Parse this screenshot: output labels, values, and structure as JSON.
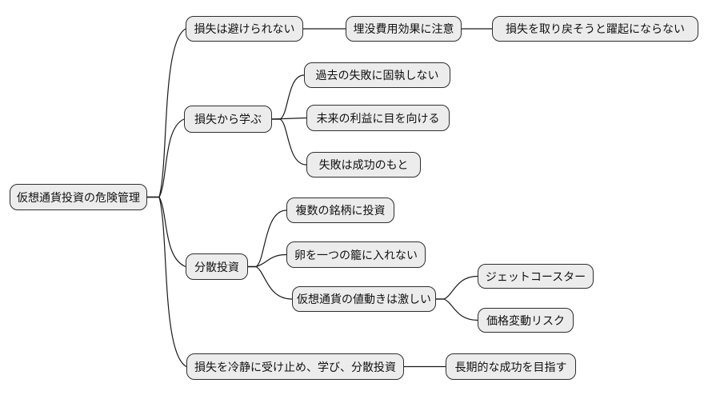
{
  "diagram": {
    "type": "mindmap",
    "background_color": "#ffffff",
    "colors": {
      "node_fill": "#ececec",
      "node_border": "#2e2e2e",
      "edge": "#1a1a1a",
      "text": "#111111"
    },
    "nodes": {
      "root": {
        "label": "仮想通貨投資の危険管理",
        "parent": null
      },
      "n1": {
        "label": "損失は避けられない",
        "parent": "root"
      },
      "n2": {
        "label": "埋没費用効果に注意",
        "parent": "n1"
      },
      "n3": {
        "label": "損失を取り戻そうと躍起にならない",
        "parent": "n2"
      },
      "n4": {
        "label": "損失から学ぶ",
        "parent": "root"
      },
      "n5": {
        "label": "過去の失敗に固執しない",
        "parent": "n4"
      },
      "n6": {
        "label": "未来の利益に目を向ける",
        "parent": "n4"
      },
      "n7": {
        "label": "失敗は成功のもと",
        "parent": "n4"
      },
      "n8": {
        "label": "分散投資",
        "parent": "root"
      },
      "n9": {
        "label": "複数の銘柄に投資",
        "parent": "n8"
      },
      "n10": {
        "label": "卵を一つの籠に入れない",
        "parent": "n8"
      },
      "n11": {
        "label": "仮想通貨の値動きは激しい",
        "parent": "n8"
      },
      "n12": {
        "label": "ジェットコースター",
        "parent": "n11"
      },
      "n13": {
        "label": "価格変動リスク",
        "parent": "n11"
      },
      "n14": {
        "label": "損失を冷静に受け止め、学び、分散投資",
        "parent": "root"
      },
      "n15": {
        "label": "長期的な成功を目指す",
        "parent": "n14"
      }
    }
  }
}
